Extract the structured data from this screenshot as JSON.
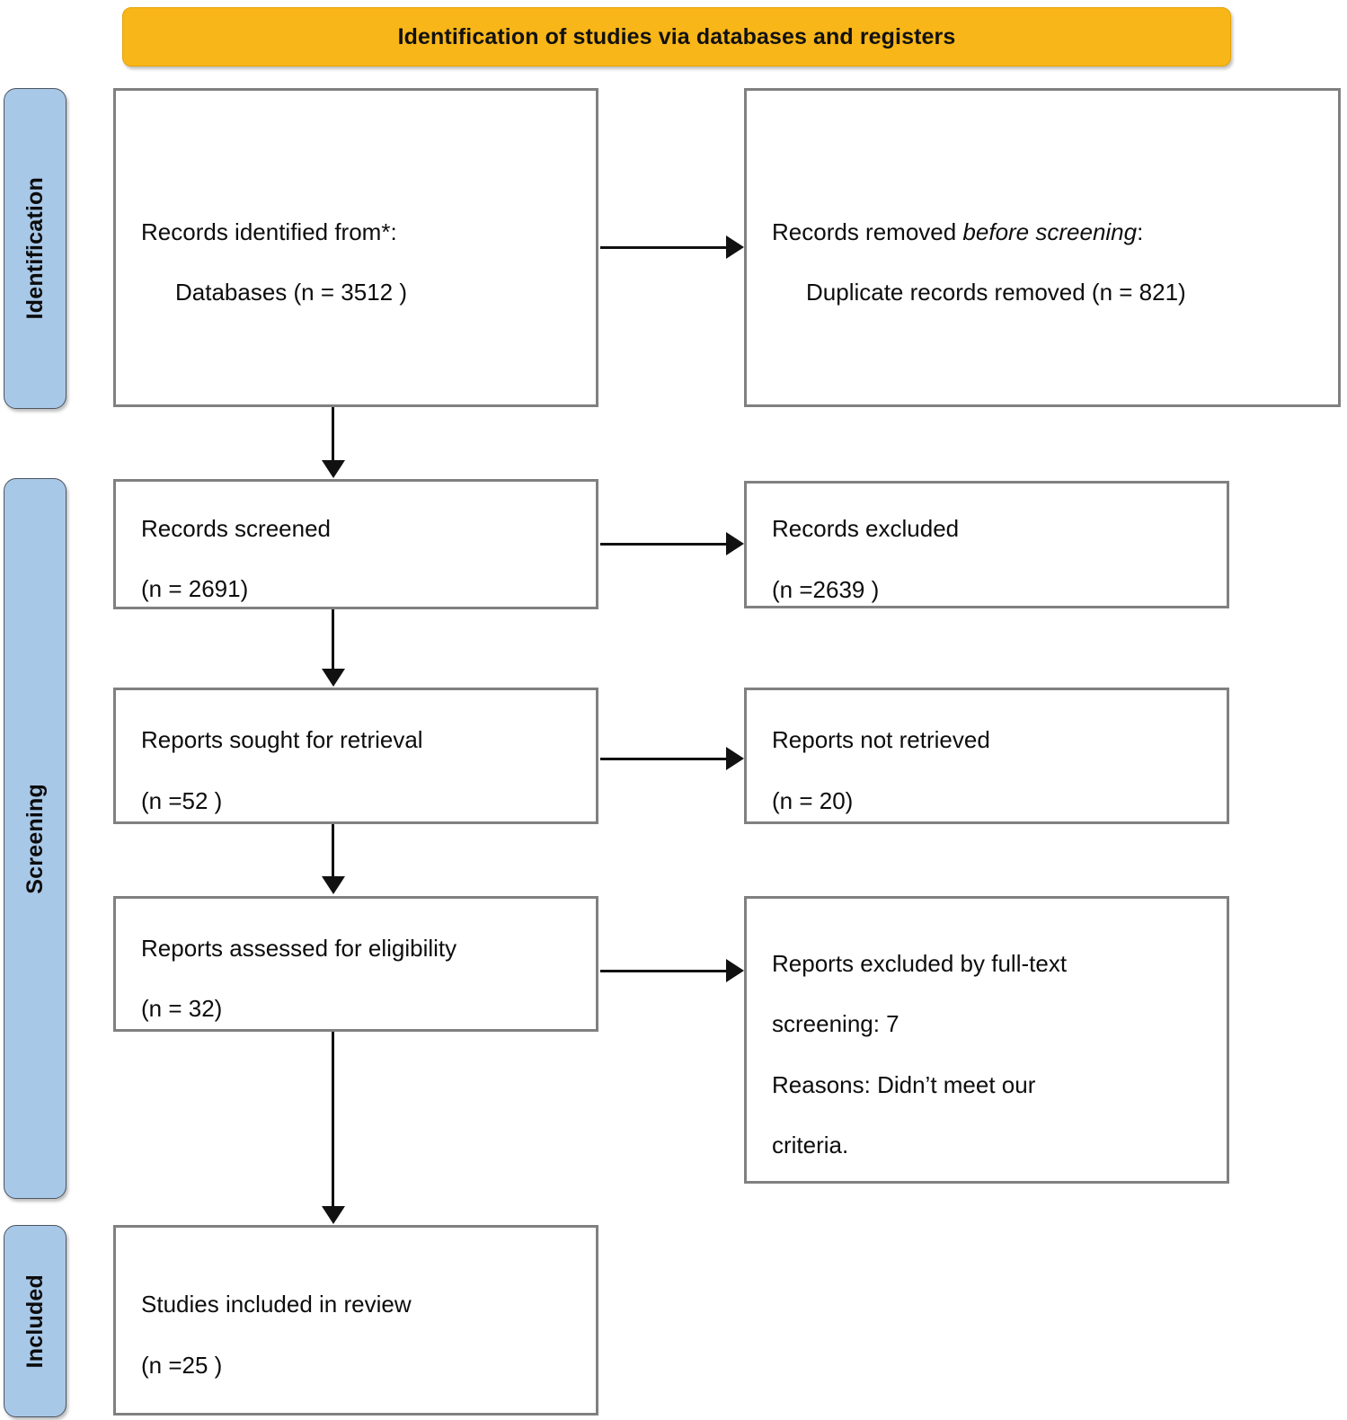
{
  "banner": {
    "title": "Identification of studies via databases and registers",
    "color": "#F9B618"
  },
  "stages": {
    "identification": "Identification",
    "screening": "Screening",
    "included": "Included",
    "color": "#A8C8E8"
  },
  "boxes": {
    "identified": {
      "line1": "Records identified from*:",
      "line2": "Databases (n = 3512 )"
    },
    "removed": {
      "line1_prefix": "Records removed ",
      "line1_italic": "before screening",
      "line1_suffix": ":",
      "line2": "Duplicate records removed  (n = 821)"
    },
    "screened": {
      "line1": "Records screened",
      "line2": "(n = 2691)"
    },
    "excluded": {
      "line1": "Records excluded",
      "line2": "(n =2639 )"
    },
    "sought": {
      "line1": "Reports sought for retrieval",
      "line2": "(n =52 )"
    },
    "not_retrieved": {
      "line1": "Reports not retrieved",
      "line2": "(n = 20)"
    },
    "assessed": {
      "line1": "Reports assessed for eligibility",
      "line2": "(n = 32)"
    },
    "full_text_excluded": {
      "line1": "Reports excluded by full-text",
      "line2": "screening: 7",
      "line3": "Reasons: Didn’t meet our",
      "line4": "criteria."
    },
    "studies_included": {
      "line1": "Studies included in review",
      "line2": "(n =25 )"
    }
  },
  "chart_data": {
    "type": "diagram",
    "title": "Identification of studies via databases and registers",
    "nodes": [
      {
        "id": "identified",
        "stage": "Identification",
        "label": "Records identified from*: Databases",
        "n": 3512
      },
      {
        "id": "removed",
        "stage": "Identification",
        "label": "Records removed before screening: Duplicate records removed",
        "n": 821
      },
      {
        "id": "screened",
        "stage": "Screening",
        "label": "Records screened",
        "n": 2691
      },
      {
        "id": "excluded",
        "stage": "Screening",
        "label": "Records excluded",
        "n": 2639
      },
      {
        "id": "sought",
        "stage": "Screening",
        "label": "Reports sought for retrieval",
        "n": 52
      },
      {
        "id": "not_retrieved",
        "stage": "Screening",
        "label": "Reports not retrieved",
        "n": 20
      },
      {
        "id": "assessed",
        "stage": "Screening",
        "label": "Reports assessed for eligibility",
        "n": 32
      },
      {
        "id": "full_text_excluded",
        "stage": "Screening",
        "label": "Reports excluded by full-text screening; Reasons: Didn’t meet our criteria.",
        "n": 7
      },
      {
        "id": "studies_included",
        "stage": "Included",
        "label": "Studies included in review",
        "n": 25
      }
    ],
    "edges": [
      {
        "from": "identified",
        "to": "removed",
        "direction": "right"
      },
      {
        "from": "identified",
        "to": "screened",
        "direction": "down"
      },
      {
        "from": "screened",
        "to": "excluded",
        "direction": "right"
      },
      {
        "from": "screened",
        "to": "sought",
        "direction": "down"
      },
      {
        "from": "sought",
        "to": "not_retrieved",
        "direction": "right"
      },
      {
        "from": "sought",
        "to": "assessed",
        "direction": "down"
      },
      {
        "from": "assessed",
        "to": "full_text_excluded",
        "direction": "right"
      },
      {
        "from": "assessed",
        "to": "studies_included",
        "direction": "down"
      }
    ]
  }
}
